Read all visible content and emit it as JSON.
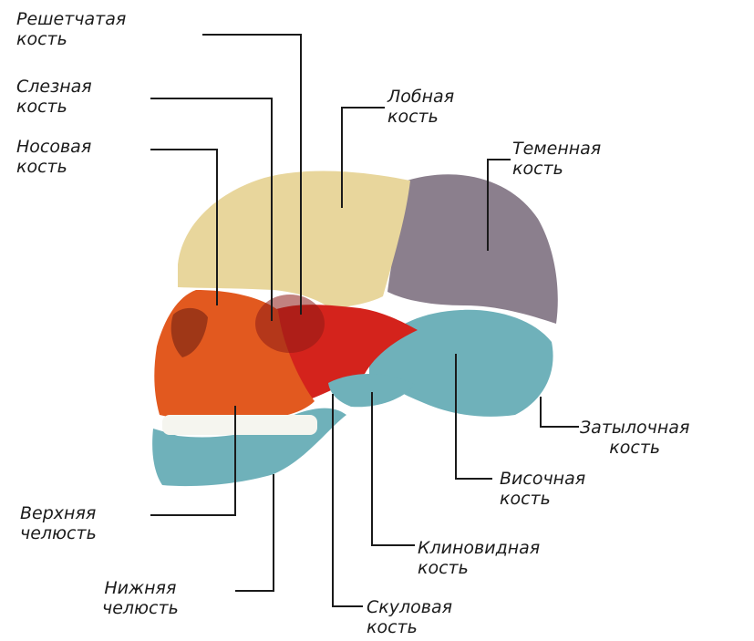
{
  "labels": {
    "ethmoid": {
      "line1": "Решетчатая",
      "line2": "кость"
    },
    "lacrimal": {
      "line1": "Слезная",
      "line2": "кость"
    },
    "nasal": {
      "line1": "Носовая",
      "line2": "кость"
    },
    "frontal": {
      "line1": "Лобная",
      "line2": "кость"
    },
    "parietal": {
      "line1": "Теменная",
      "line2": "кость"
    },
    "occipital": {
      "line1": "Затылочная",
      "line2": "кость"
    },
    "temporal": {
      "line1": "Височная",
      "line2": "кость"
    },
    "sphenoid": {
      "line1": "Клиновидная",
      "line2": "кость"
    },
    "zygomatic": {
      "line1": "Скуловая",
      "line2": "кость"
    },
    "mandible": {
      "line1": "Нижняя",
      "line2": "челюсть"
    },
    "maxilla": {
      "line1": "Верхняя",
      "line2": "челюсть"
    }
  },
  "colors": {
    "frontal": "#e8d69c",
    "parietal": "#8b7f8d",
    "temporal": "#6fb1ba",
    "mandible": "#6fb1ba",
    "maxilla": "#e2591f",
    "sphenoid_zygomatic": "#d4231c",
    "teeth": "#f5f5ef",
    "leader": "#1a1a1a"
  }
}
